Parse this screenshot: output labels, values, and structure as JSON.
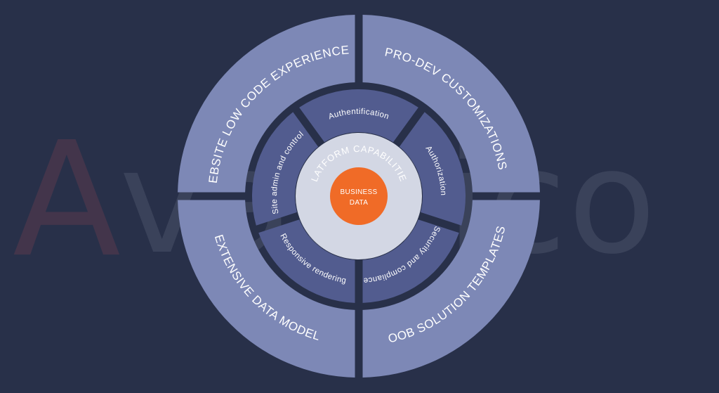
{
  "watermark": {
    "text": "Avantico"
  },
  "colors": {
    "background": "#283049",
    "outer_ring": "#7d88b6",
    "middle_ring": "#525c8f",
    "core_ring": "#d3d7e4",
    "center": "#f06b27"
  },
  "center": {
    "line1": "BUSINESS",
    "line2": "DATA"
  },
  "core": {
    "label": "PLATFORM CAPABILITIES"
  },
  "outer_segments": [
    {
      "label": "WEBSITE LOW CODE EXPERIENCES"
    },
    {
      "label": "PRO-DEV CUSTOMIZATIONS"
    },
    {
      "label": "OOB SOLUTION TEMPLATES"
    },
    {
      "label": "EXTENSIVE DATA MODEL"
    }
  ],
  "inner_segments": [
    {
      "label": "Authentification"
    },
    {
      "label": "Authorization"
    },
    {
      "label": "Security and compliance"
    },
    {
      "label": "Responsive  rendering"
    },
    {
      "label": "Site admin and control"
    }
  ]
}
